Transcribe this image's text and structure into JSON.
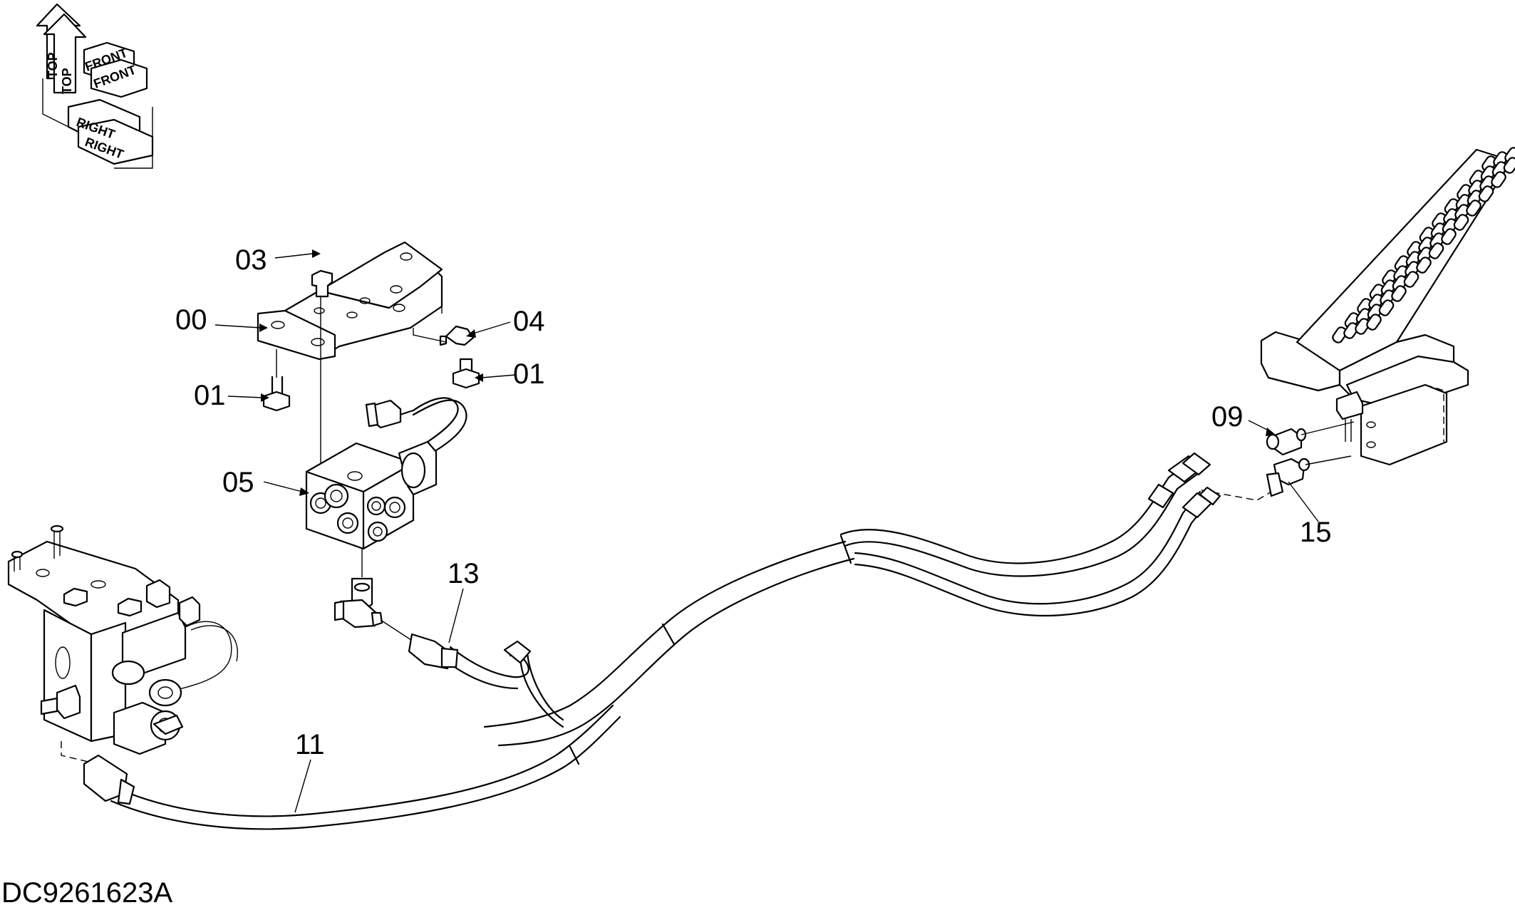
{
  "drawing_code": "DC9261623A",
  "orientation": {
    "top": "TOP",
    "front": "FRONT",
    "right": "RIGHT"
  },
  "callouts": [
    {
      "id": "03",
      "text": "03"
    },
    {
      "id": "00",
      "text": "00"
    },
    {
      "id": "04",
      "text": "04"
    },
    {
      "id": "01a",
      "text": "01"
    },
    {
      "id": "01b",
      "text": "01"
    },
    {
      "id": "05",
      "text": "05"
    },
    {
      "id": "09",
      "text": "09"
    },
    {
      "id": "15",
      "text": "15"
    },
    {
      "id": "13",
      "text": "13"
    },
    {
      "id": "11",
      "text": "11"
    }
  ]
}
